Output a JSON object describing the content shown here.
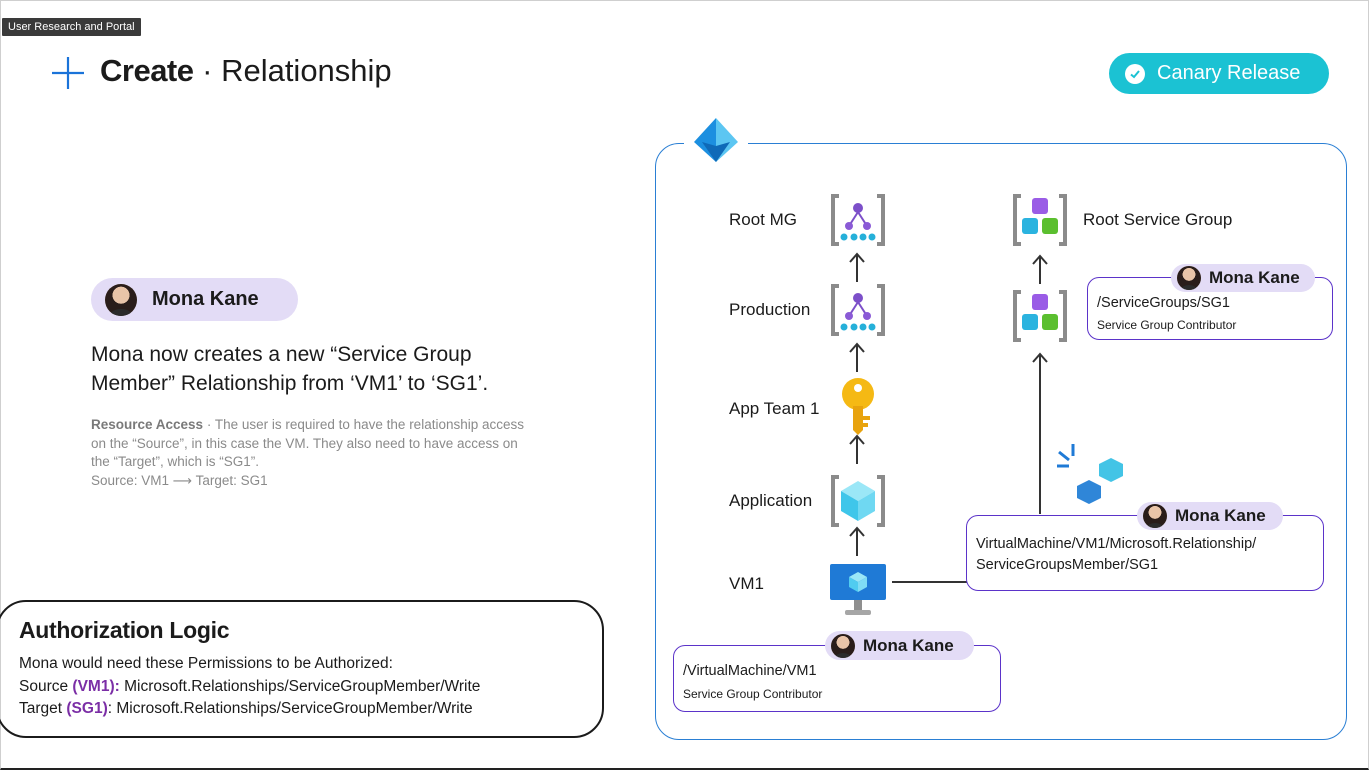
{
  "tag": "User Research and Portal",
  "title": {
    "bold": "Create",
    "separator": " · ",
    "rest": "Relationship"
  },
  "badge": {
    "label": "Canary Release",
    "color": "#1bc2d3"
  },
  "persona": {
    "name": "Mona Kane"
  },
  "headline": "Mona now creates a new “Service Group Member” Relationship from ‘VM1’ to ‘SG1’.",
  "note": {
    "bold": "Resource Access",
    "text": " · The user is required to have the relationship access on the “Source”, in this case the VM.  They also need to have access on the “Target”, which is “SG1”.",
    "flow": "Source: VM1 ⟶ Target: SG1"
  },
  "auth": {
    "title": "Authorization Logic",
    "intro": "Mona would need these Permissions to be Authorized:",
    "source_label": "Source ",
    "source_id": "(VM1):",
    "source_perm": " Microsoft.Relationships/ServiceGroupMember/Write",
    "target_label": "Target ",
    "target_id": "(SG1)",
    "target_perm": ":   Microsoft.Relationships/ServiceGroupMember/Write"
  },
  "diagram": {
    "left_nodes": [
      "Root MG",
      "Production",
      "App Team 1",
      "Application",
      "VM1"
    ],
    "root_service_group": "Root Service Group",
    "cards": {
      "sg1": {
        "persona": "Mona Kane",
        "path": "/ServiceGroups/SG1",
        "role": "Service Group Contributor"
      },
      "relationship": {
        "persona": "Mona Kane",
        "path": "VirtualMachine/VM1/Microsoft.Relationship/",
        "path2": "ServiceGroupsMember/SG1"
      },
      "vm1": {
        "persona": "Mona Kane",
        "path": "/VirtualMachine/VM1",
        "role": "Service Group Contributor"
      }
    }
  },
  "colors": {
    "accent_purple": "#7b2ea6",
    "card_border": "#5b33c9",
    "panel_border": "#2a7fd4",
    "persona_bg": "#e3dcf6"
  },
  "icons": [
    "plus-icon",
    "check-circle-icon",
    "azure-pyramid-icon",
    "management-group-icon",
    "key-icon",
    "cube-icon",
    "monitor-icon",
    "service-group-icon",
    "relationship-icon"
  ]
}
